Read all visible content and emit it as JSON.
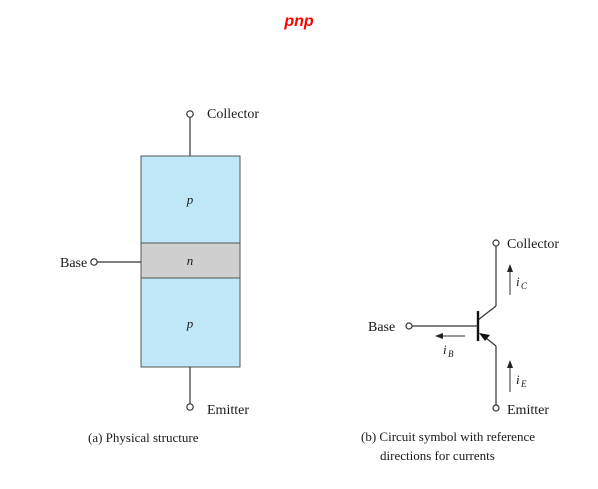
{
  "title": "pnp",
  "structure": {
    "collector_label": "Collector",
    "emitter_label": "Emitter",
    "base_label": "Base",
    "top_region": "p",
    "middle_region": "n",
    "bottom_region": "p",
    "caption": "(a) Physical structure"
  },
  "symbol": {
    "collector_label": "Collector",
    "emitter_label": "Emitter",
    "base_label": "Base",
    "current_collector": "i",
    "current_collector_sub": "C",
    "current_base": "i",
    "current_base_sub": "B",
    "current_emitter": "i",
    "current_emitter_sub": "E",
    "caption_line1": "(b) Circuit symbol with reference",
    "caption_line2": "directions for currents"
  },
  "colors": {
    "p_region": "#bfe7f7",
    "n_region": "#cfcfcf",
    "title": "#ff0000"
  }
}
